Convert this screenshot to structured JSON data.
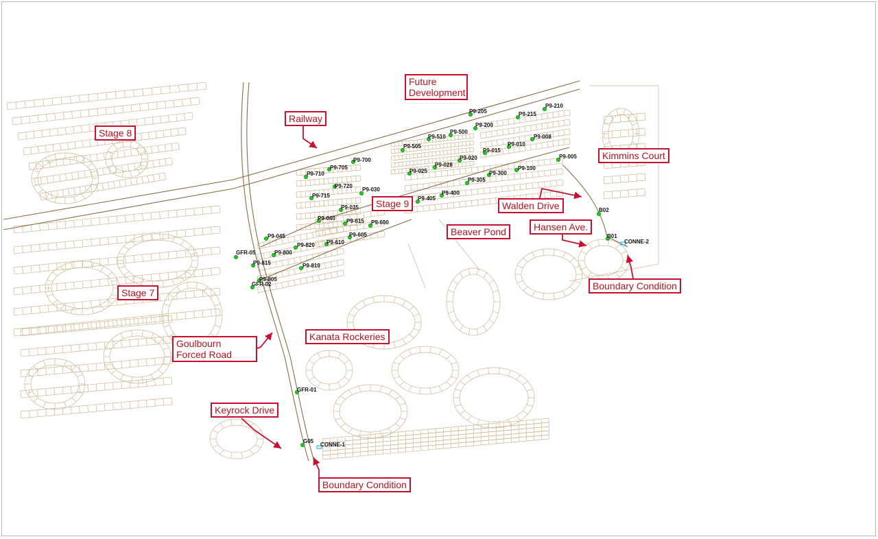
{
  "colors": {
    "parcel_line": "#cdb58f",
    "road_line": "#8a6a44",
    "callout_border": "#c8102e",
    "callout_text": "#b3121f",
    "node_fill": "#1fd11f",
    "boundary_marker": "#27b9e0"
  },
  "callouts": {
    "future_development": "Future Development",
    "railway": "Railway",
    "stage_8": "Stage 8",
    "kimmins_court": "Kimmins Court",
    "stage_9": "Stage 9",
    "walden_drive": "Walden Drive",
    "beaver_pond": "Beaver Pond",
    "hansen_ave": "Hansen Ave.",
    "boundary_condition_east": "Boundary Condition",
    "stage_7": "Stage 7",
    "kanata_rockeries": "Kanata Rockeries",
    "goulbourn_forced_road": "Goulbourn Forced Road",
    "keyrock_drive": "Keyrock Drive",
    "boundary_condition_south": "Boundary Condition"
  },
  "nodes": [
    {
      "label": "P9-205"
    },
    {
      "label": "P9-215"
    },
    {
      "label": "P9-210"
    },
    {
      "label": "P9-200"
    },
    {
      "label": "P9-500"
    },
    {
      "label": "P9-510"
    },
    {
      "label": "P9-505"
    },
    {
      "label": "P9-008"
    },
    {
      "label": "P9-010"
    },
    {
      "label": "P9-015"
    },
    {
      "label": "P9-005"
    },
    {
      "label": "P9-020"
    },
    {
      "label": "P9-028"
    },
    {
      "label": "P9-025"
    },
    {
      "label": "P9-700"
    },
    {
      "label": "P9-705"
    },
    {
      "label": "P9-710"
    },
    {
      "label": "P9-720"
    },
    {
      "label": "P9-715"
    },
    {
      "label": "P9-030"
    },
    {
      "label": "P9-100"
    },
    {
      "label": "P9-300"
    },
    {
      "label": "P9-305"
    },
    {
      "label": "P9-400"
    },
    {
      "label": "P9-405"
    },
    {
      "label": "P9-035"
    },
    {
      "label": "P9-040"
    },
    {
      "label": "P9-615"
    },
    {
      "label": "P9-600"
    },
    {
      "label": "P9-605"
    },
    {
      "label": "P9-610"
    },
    {
      "label": "P9-045"
    },
    {
      "label": "P9-820"
    },
    {
      "label": "P9-800"
    },
    {
      "label": "GFR-05"
    },
    {
      "label": "P9-815"
    },
    {
      "label": "P9-810"
    },
    {
      "label": "P9-805"
    },
    {
      "label": "GFR-02"
    },
    {
      "label": "B02"
    },
    {
      "label": "B01"
    },
    {
      "label": "CONNE-2"
    },
    {
      "label": "GFR-01"
    },
    {
      "label": "G05"
    },
    {
      "label": "CONNE-1"
    }
  ]
}
